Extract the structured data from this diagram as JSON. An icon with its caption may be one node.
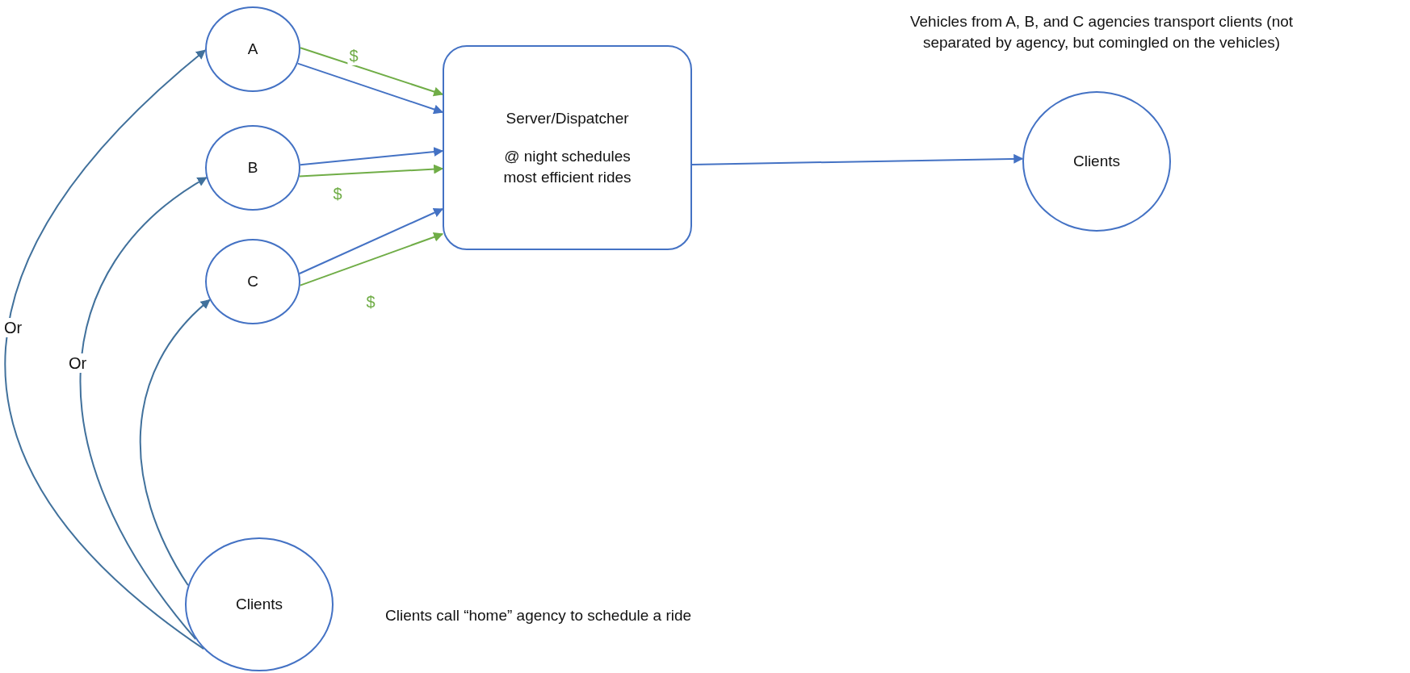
{
  "diagram": {
    "nodes": [
      {
        "text": [
          "A"
        ]
      },
      {
        "text": [
          "B"
        ]
      },
      {
        "text": [
          "C"
        ]
      },
      {
        "text": [
          "Server/Dispatcher",
          "@ night schedules most efficient rides"
        ]
      },
      {
        "text": [
          "Clients"
        ]
      },
      {
        "text": [
          "Clients"
        ]
      }
    ],
    "edges": [
      {
        "from": 5,
        "to": 0,
        "arrow": "to",
        "label": "Or",
        "color": "#41719c"
      },
      {
        "from": 5,
        "to": 1,
        "arrow": "to",
        "label": "Or",
        "color": "#41719c"
      },
      {
        "from": 5,
        "to": 2,
        "arrow": "to",
        "color": "#41719c"
      },
      {
        "from": 0,
        "to": 3,
        "arrow": "to"
      },
      {
        "from": 0,
        "to": 3,
        "arrow": "to",
        "label": "$",
        "color": "#70ad47"
      },
      {
        "from": 1,
        "to": 3,
        "arrow": "to"
      },
      {
        "from": 1,
        "to": 3,
        "arrow": "to",
        "label": "$",
        "color": "#70ad47"
      },
      {
        "from": 2,
        "to": 3,
        "arrow": "to"
      },
      {
        "from": 2,
        "to": 3,
        "arrow": "to",
        "label": "$",
        "color": "#70ad47"
      },
      {
        "from": 3,
        "to": 4,
        "arrow": "to"
      }
    ],
    "labels": [
      "Vehicles from A, B, and C agencies transport clients (not separated by agency, but comingled on the vehicles)",
      "Clients call “home” agency to schedule a ride"
    ]
  }
}
